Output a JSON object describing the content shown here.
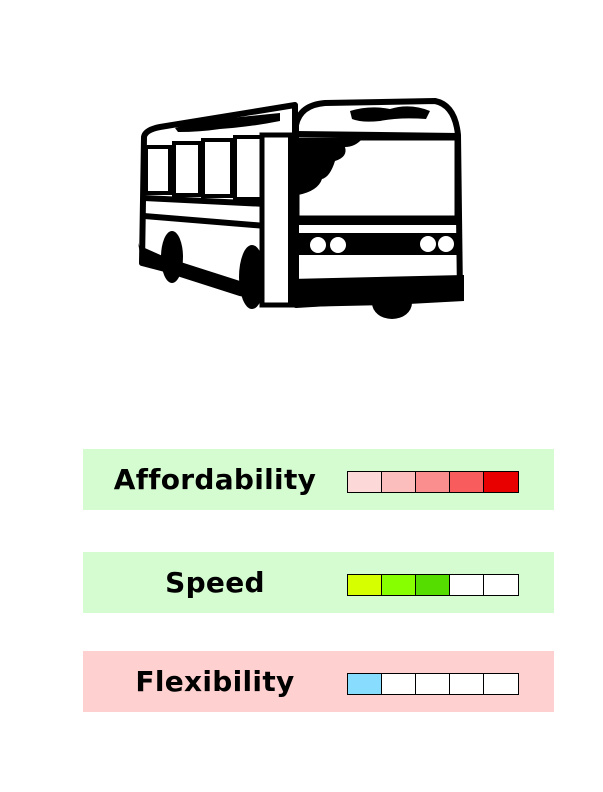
{
  "illustration": {
    "icon": "bus-icon"
  },
  "ratings": [
    {
      "label": "Affordability",
      "background": "#d4fcd0",
      "level": 5,
      "max": 5,
      "cell_colors": [
        "#fdd8d8",
        "#fcbdbd",
        "#fa8e8e",
        "#f95c5c",
        "#e80000"
      ]
    },
    {
      "label": "Speed",
      "background": "#d4fcd0",
      "level": 3,
      "max": 5,
      "cell_colors": [
        "#d6ff00",
        "#88ff00",
        "#55dd00",
        "#ffffff",
        "#ffffff"
      ]
    },
    {
      "label": "Flexibility",
      "background": "#fed0cf",
      "level": 1,
      "max": 5,
      "cell_colors": [
        "#88ddff",
        "#ffffff",
        "#ffffff",
        "#ffffff",
        "#ffffff"
      ]
    }
  ]
}
